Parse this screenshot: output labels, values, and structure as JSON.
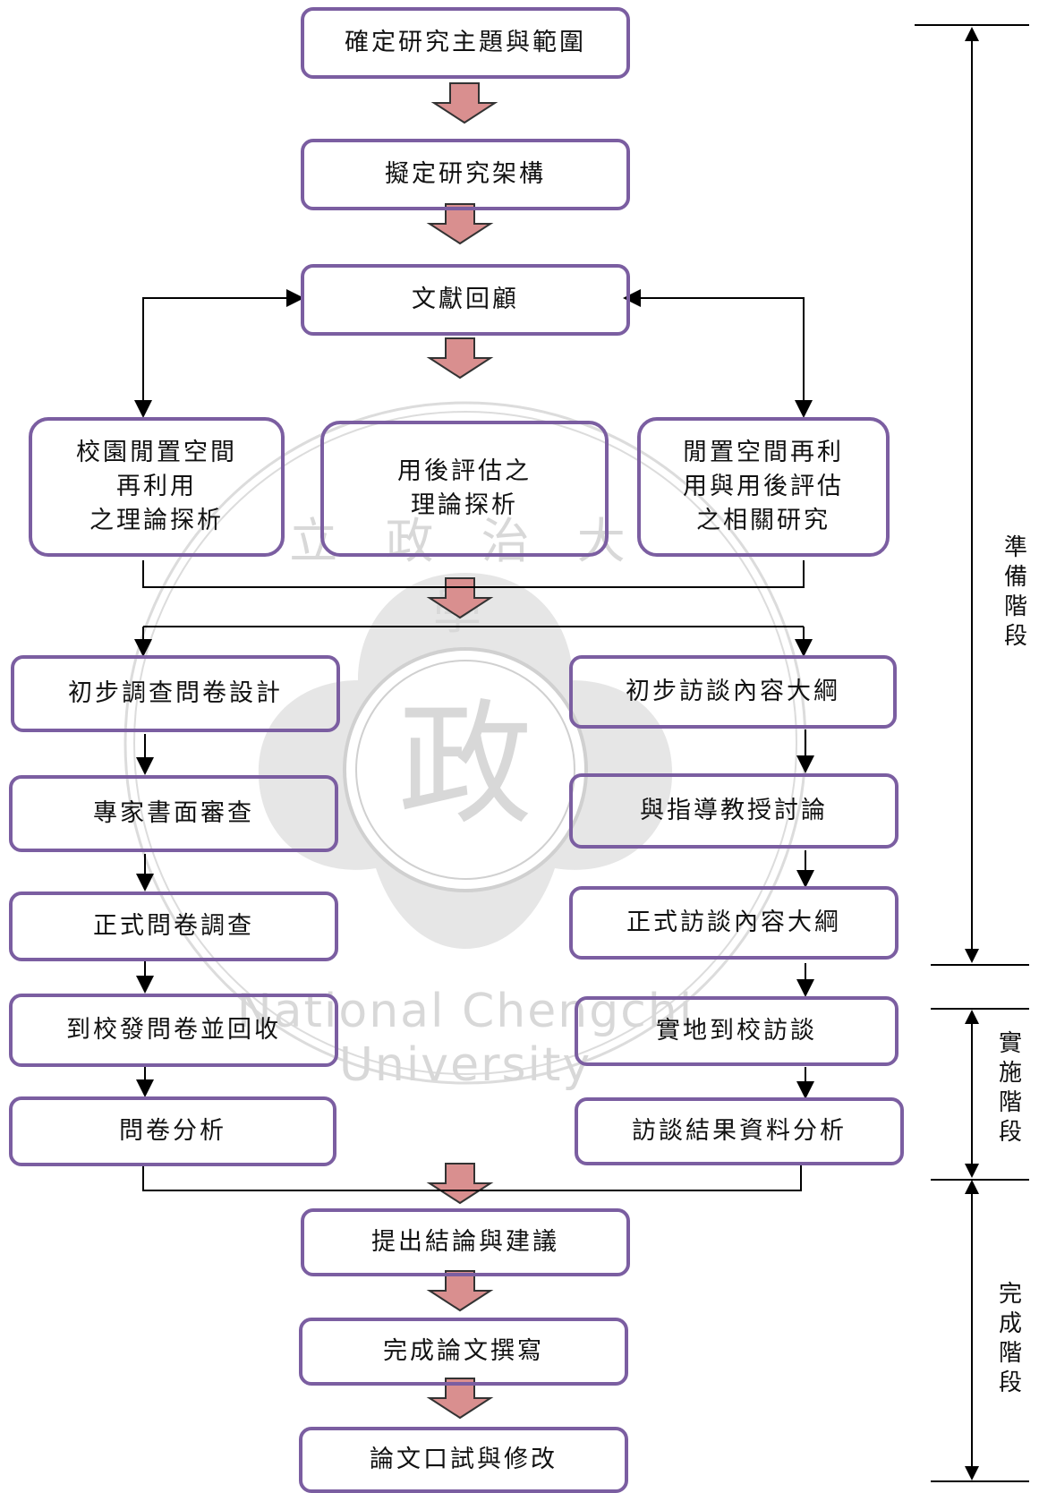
{
  "steps": {
    "s1": "確定研究主題與範圍",
    "s2": "擬定研究架構",
    "s3": "文獻回顧",
    "lit_a": "校園閒置空間\n再利用\n之理論探析",
    "lit_b": "用後評估之\n理論探析",
    "lit_c": "閒置空間再利\n用與用後評估\n之相關研究",
    "q1": "初步調查問卷設計",
    "q2": "專家書面審查",
    "q3": "正式問卷調查",
    "q4": "到校發問卷並回收",
    "q5": "問卷分析",
    "i1": "初步訪談內容大綱",
    "i2": "與指導教授討論",
    "i3": "正式訪談內容大綱",
    "i4": "實地到校訪談",
    "i5": "訪談結果資料分析",
    "c1": "提出結論與建議",
    "c2": "完成論文撰寫",
    "c3": "論文口試與修改"
  },
  "phases": {
    "prep": "準\n備\n階\n段",
    "impl": "實\n施\n階\n段",
    "done": "完\n成\n階\n段"
  },
  "watermark": {
    "seal_char": "政",
    "text_top": "立 政 治 大 學",
    "text_bottom": "National Chengchi University"
  },
  "colors": {
    "box_border": "#7b5ea1",
    "arrow_fill": "#d98f8f",
    "arrow_stroke": "#333333",
    "line": "#000000",
    "watermark": "#d9d9d9"
  }
}
